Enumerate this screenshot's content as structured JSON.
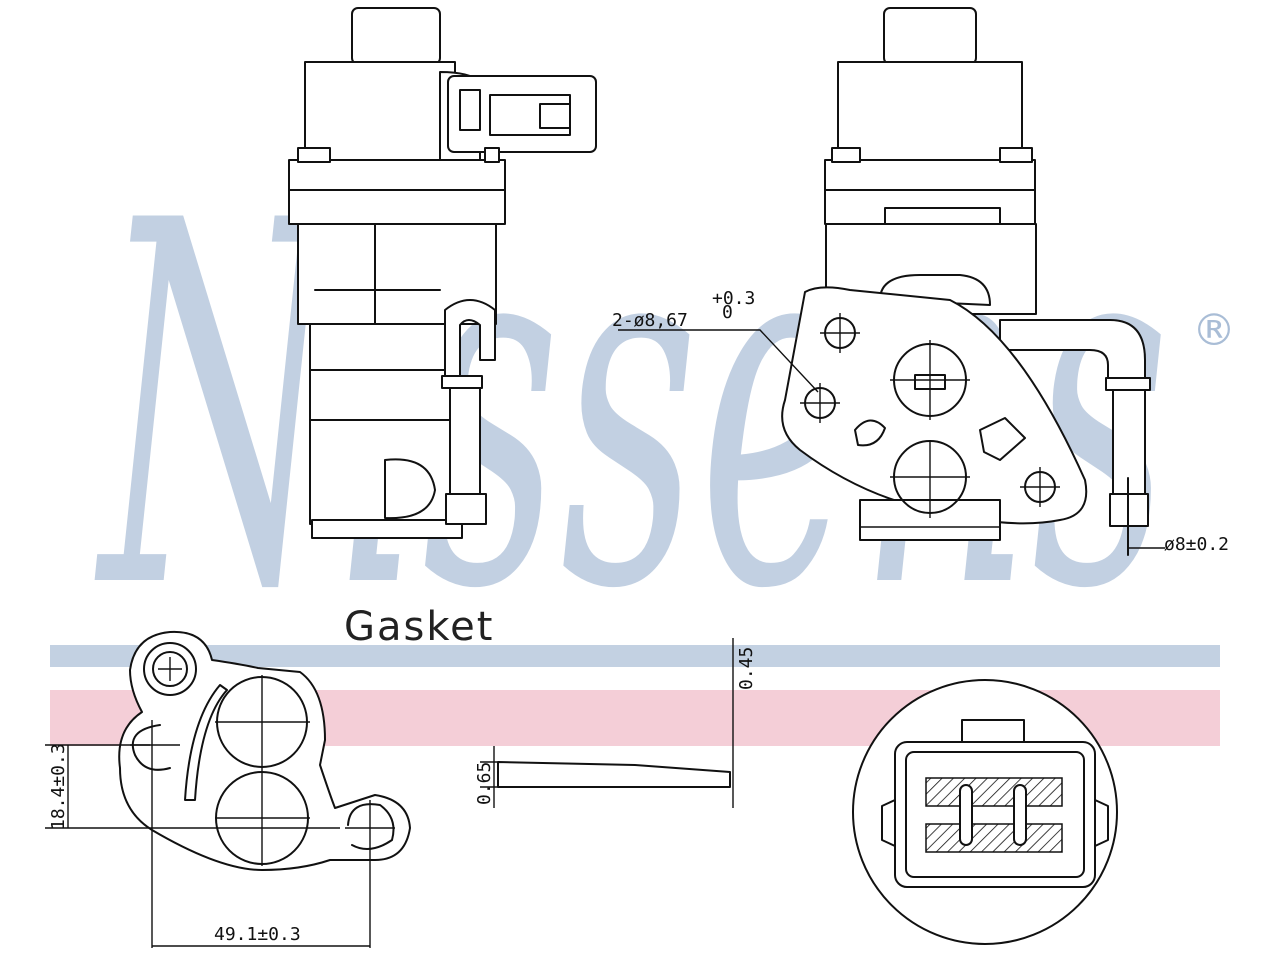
{
  "brand": {
    "name": "Nissens",
    "registered": "®",
    "blue": "#a9bdd6",
    "red": "#f0b9c6"
  },
  "labels": {
    "gasket": "Gasket",
    "bolt_holes": "2-ø8,67",
    "bolt_tol_upper": "+0.3",
    "bolt_tol_lower": "0",
    "pipe_dia": "ø8±0.2",
    "thickness_total": "0.45",
    "thickness_layer": "0.65",
    "height_dim": "18.4±0.3",
    "width_dim": "49.1±0.3"
  }
}
